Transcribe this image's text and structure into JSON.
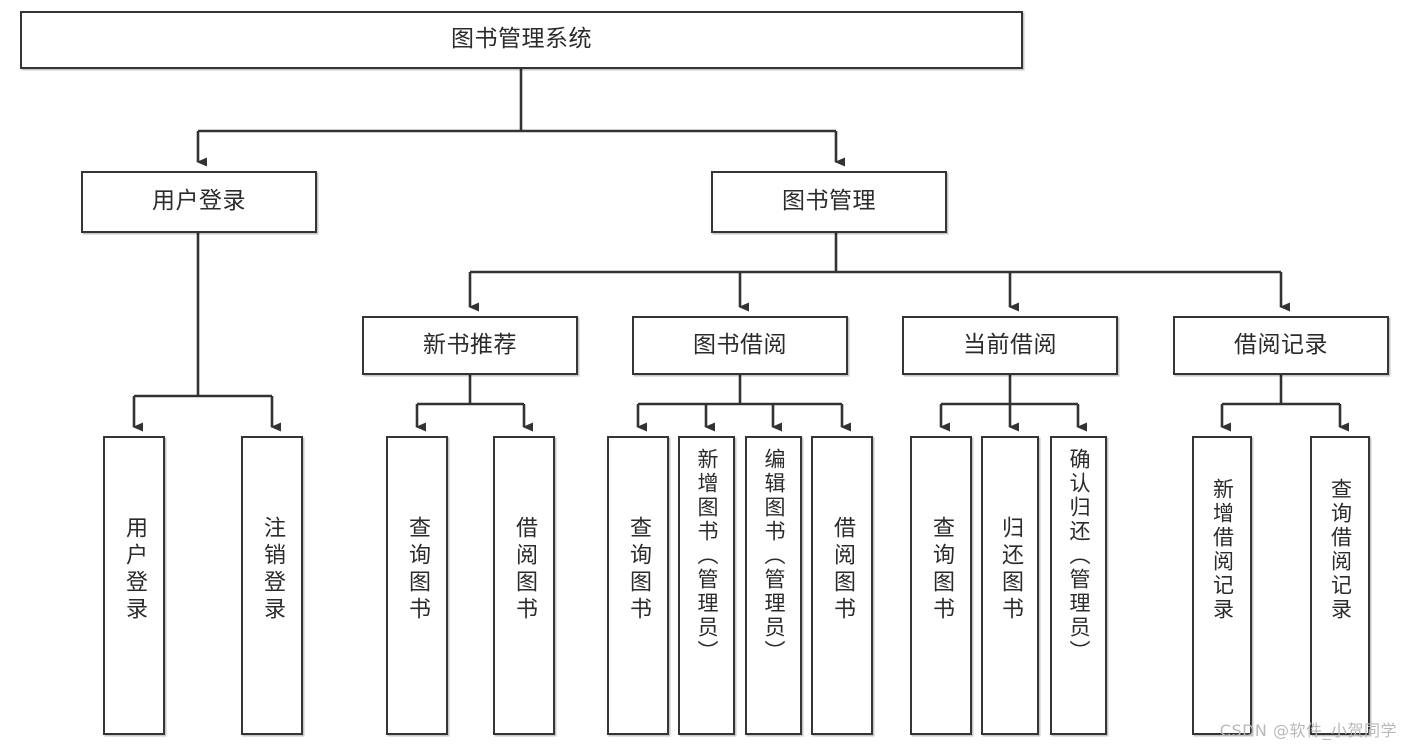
{
  "diagram": {
    "title": "图书管理系统",
    "type": "tree-hierarchy",
    "watermark": "CSDN @软件_小贺同学",
    "colors": {
      "box_border": "#353535",
      "box_fill": "#ffffff",
      "edge": "#333333",
      "text": "#2b2b2b",
      "watermark": "#b9b9b9",
      "background": "#ffffff"
    },
    "root": {
      "label": "图书管理系统"
    },
    "level2": [
      {
        "id": "user-login",
        "label": "用户登录"
      },
      {
        "id": "book-management",
        "label": "图书管理"
      }
    ],
    "level3": [
      {
        "id": "new-book-recommend",
        "label": "新书推荐",
        "parent": "book-management"
      },
      {
        "id": "book-borrow",
        "label": "图书借阅",
        "parent": "book-management"
      },
      {
        "id": "current-borrow",
        "label": "当前借阅",
        "parent": "book-management"
      },
      {
        "id": "borrow-record",
        "label": "借阅记录",
        "parent": "book-management"
      }
    ],
    "leaves": [
      {
        "id": "leaf-user-login",
        "label": "用户登录",
        "parent": "user-login"
      },
      {
        "id": "leaf-user-logout",
        "label": "注销登录",
        "parent": "user-login"
      },
      {
        "id": "leaf-query-book-1",
        "label": "查询图书",
        "parent": "new-book-recommend"
      },
      {
        "id": "leaf-borrow-book-1",
        "label": "借阅图书",
        "parent": "new-book-recommend"
      },
      {
        "id": "leaf-query-book-2",
        "label": "查询图书",
        "parent": "book-borrow"
      },
      {
        "id": "leaf-add-book",
        "label": "新增图书（管理员）",
        "parent": "book-borrow"
      },
      {
        "id": "leaf-edit-book",
        "label": "编辑图书（管理员）",
        "parent": "book-borrow"
      },
      {
        "id": "leaf-borrow-book-2",
        "label": "借阅图书",
        "parent": "book-borrow"
      },
      {
        "id": "leaf-query-book-3",
        "label": "查询图书",
        "parent": "current-borrow"
      },
      {
        "id": "leaf-return-book",
        "label": "归还图书",
        "parent": "current-borrow"
      },
      {
        "id": "leaf-confirm-return",
        "label": "确认归还（管理员）",
        "parent": "current-borrow"
      },
      {
        "id": "leaf-add-record",
        "label": "新增借阅记录",
        "parent": "borrow-record"
      },
      {
        "id": "leaf-query-record",
        "label": "查询借阅记录",
        "parent": "borrow-record"
      }
    ]
  }
}
